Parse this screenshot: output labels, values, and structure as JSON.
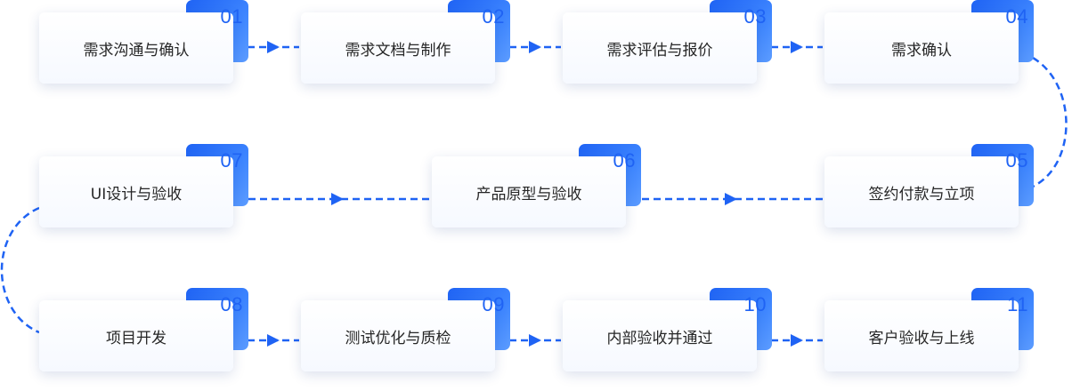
{
  "colors": {
    "accent": "#1f63f4",
    "text": "#262626"
  },
  "steps": [
    {
      "num": "01",
      "label": "需求沟通与确认"
    },
    {
      "num": "02",
      "label": "需求文档与制作"
    },
    {
      "num": "03",
      "label": "需求评估与报价"
    },
    {
      "num": "04",
      "label": "需求确认"
    },
    {
      "num": "05",
      "label": "签约付款与立项"
    },
    {
      "num": "06",
      "label": "产品原型与验收"
    },
    {
      "num": "07",
      "label": "UI设计与验收"
    },
    {
      "num": "08",
      "label": "项目开发"
    },
    {
      "num": "09",
      "label": "测试优化与质检"
    },
    {
      "num": "10",
      "label": "内部验收并通过"
    },
    {
      "num": "11",
      "label": "客户验收与上线"
    }
  ]
}
